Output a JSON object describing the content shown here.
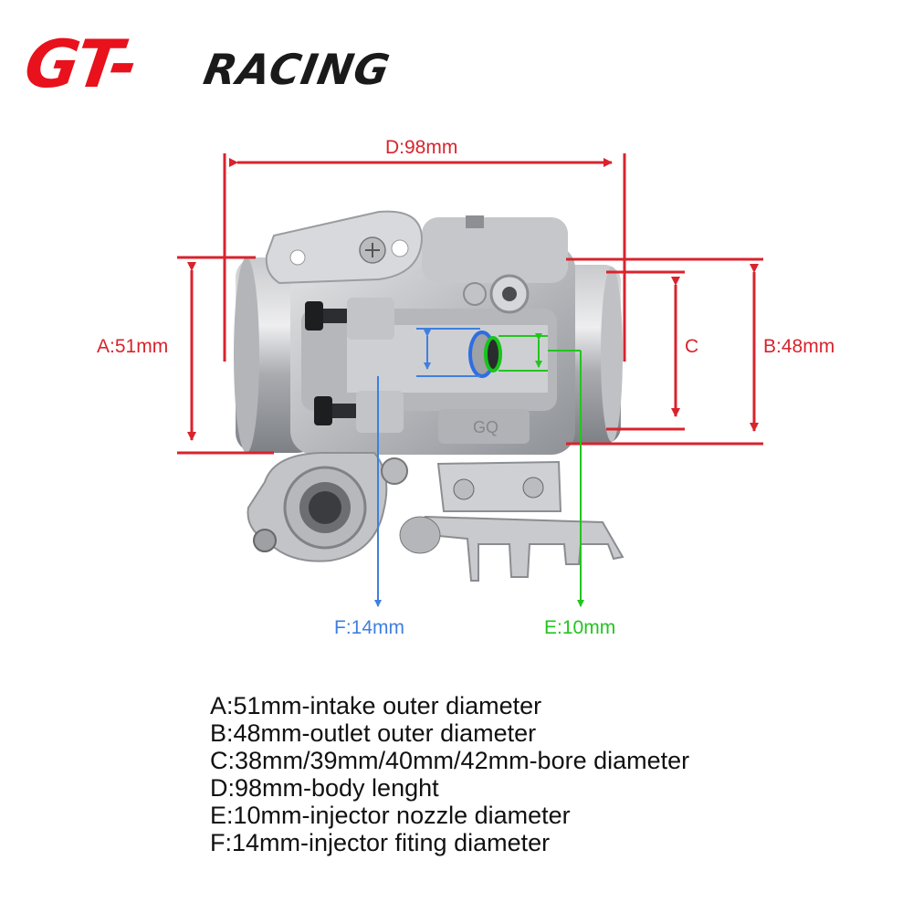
{
  "brand": {
    "logo_gt": "GT-",
    "logo_racing": "RACING"
  },
  "colors": {
    "dimension_red": "#d9232d",
    "blue": "#3f7fe0",
    "green": "#22c51e",
    "logo_red": "#e8111c"
  },
  "dimensions": {
    "d": "D:98mm",
    "a": "A:51mm",
    "c": "C",
    "b": "B:48mm",
    "f": "F:14mm",
    "e": "E:10mm"
  },
  "part_marking": "GQ",
  "legend": [
    "A:51mm-intake outer diameter",
    "B:48mm-outlet outer diameter",
    "C:38mm/39mm/40mm/42mm-bore diameter",
    "D:98mm-body lenght",
    "E:10mm-injector nozzle diameter",
    "F:14mm-injector fiting diameter"
  ]
}
